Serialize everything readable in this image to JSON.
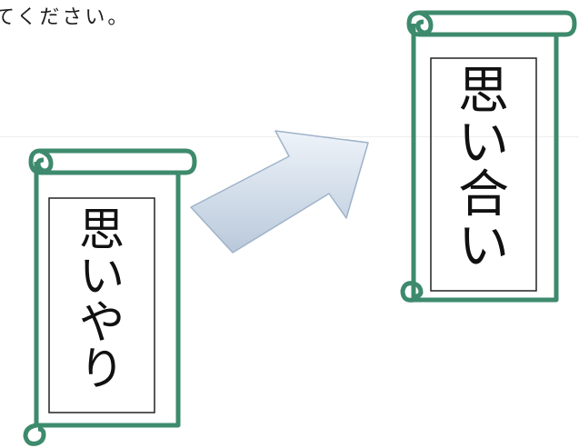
{
  "instruction_text": "てください。",
  "scroll_left": {
    "chars": [
      "思",
      "い",
      "や",
      "り"
    ]
  },
  "scroll_right": {
    "chars": [
      "思",
      "い",
      "合",
      "い"
    ]
  },
  "colors": {
    "scroll_outline": "#3d8a6d",
    "arrow_fill_top": "#e8eef6",
    "arrow_fill_bottom": "#b8c8da",
    "arrow_stroke": "#9fb3c8"
  },
  "icons": {
    "arrow": "arrow-right-up-icon"
  }
}
